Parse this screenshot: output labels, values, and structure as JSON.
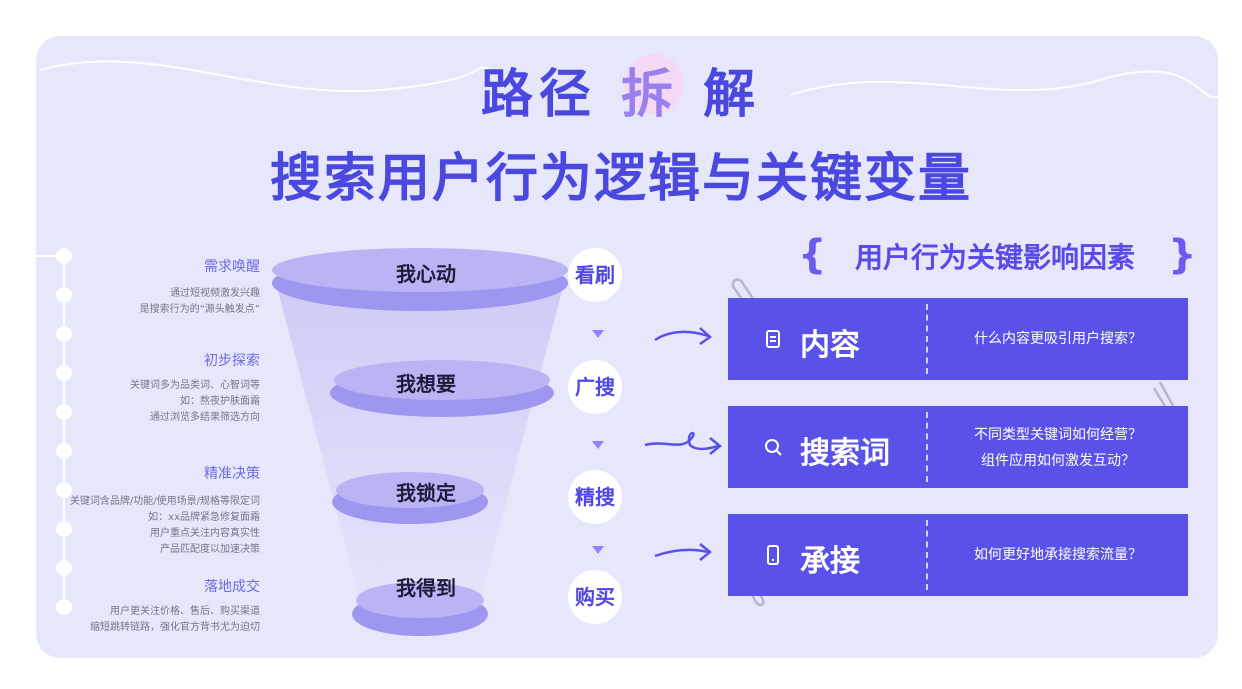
{
  "title": {
    "line1_prefix": "路径",
    "line1_accent": "拆",
    "line1_suffix": "解",
    "line2": "搜索用户行为逻辑与关键变量"
  },
  "stages": [
    {
      "title": "需求唤醒",
      "desc": [
        "通过短视频激发兴趣",
        "是搜索行为的“源头触发点”"
      ]
    },
    {
      "title": "初步探索",
      "desc": [
        "关键词多为品类词、心智词等",
        "如：熬夜护肤面霜",
        "通过浏览多结果筛选方向"
      ]
    },
    {
      "title": "精准决策",
      "desc": [
        "关键词含品牌/功能/使用场景/规格等限定词",
        "如：xx品牌紧急修复面霜",
        "用户重点关注内容真实性",
        "产品匹配度以加速决策"
      ]
    },
    {
      "title": "落地成交",
      "desc": [
        "用户更关注价格、售后、购买渠道",
        "缩短跳转链路，强化官方背书尤为迫切"
      ]
    }
  ],
  "funnel_layers": [
    "我心动",
    "我想要",
    "我锁定",
    "我得到"
  ],
  "actions": [
    "看刷",
    "广搜",
    "精搜",
    "购买"
  ],
  "factors_heading": "用户行为关键影响因素",
  "factors": [
    {
      "label": "内容",
      "icon": "document-icon",
      "questions": [
        "什么内容更吸引用户搜索？"
      ]
    },
    {
      "label": "搜索词",
      "icon": "search-icon",
      "questions": [
        "不同类型关键词如何经营？",
        "组件应用如何激发互动？"
      ]
    },
    {
      "label": "承接",
      "icon": "phone-icon",
      "questions": [
        "如何更好地承接搜索流量？"
      ]
    }
  ],
  "colors": {
    "primary": "#4b48e0",
    "ticket": "#5a52e8",
    "background": "#e6e7fb",
    "accent": "#9a80ee"
  }
}
